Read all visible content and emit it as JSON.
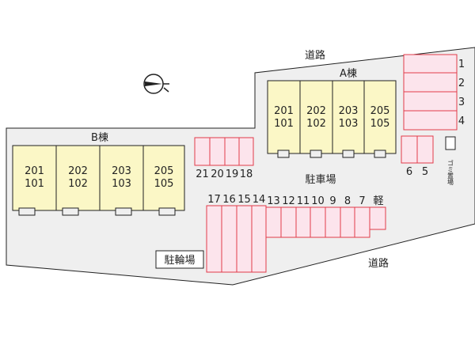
{
  "roads": {
    "top": "道路",
    "bottom": "道路"
  },
  "parking_label": "駐車場",
  "bike_parking_label": "駐輪場",
  "garbage_label": "ゴミ置場",
  "north_icon": "north-arrow-icon",
  "building_a": {
    "name": "A棟",
    "units": [
      {
        "upper": "201",
        "lower": "101"
      },
      {
        "upper": "202",
        "lower": "102"
      },
      {
        "upper": "203",
        "lower": "103"
      },
      {
        "upper": "205",
        "lower": "105"
      }
    ]
  },
  "building_b": {
    "name": "B棟",
    "units": [
      {
        "upper": "201",
        "lower": "101"
      },
      {
        "upper": "202",
        "lower": "102"
      },
      {
        "upper": "203",
        "lower": "103"
      },
      {
        "upper": "205",
        "lower": "105"
      }
    ]
  },
  "parking": {
    "right_column": [
      "1",
      "2",
      "3",
      "4"
    ],
    "pair_6_5": [
      "6",
      "5"
    ],
    "top_row": [
      "21",
      "20",
      "19",
      "18"
    ],
    "bottom_tall": [
      "17",
      "16",
      "15",
      "14"
    ],
    "bottom_short": [
      "13",
      "12",
      "11",
      "10",
      "9",
      "8",
      "7"
    ],
    "kei": "軽"
  },
  "colors": {
    "lot": "#efefef",
    "building": "#fbf7c6",
    "parking_fill": "#fce4ec",
    "parking_stroke": "#e23b4a",
    "outline": "#222222"
  }
}
